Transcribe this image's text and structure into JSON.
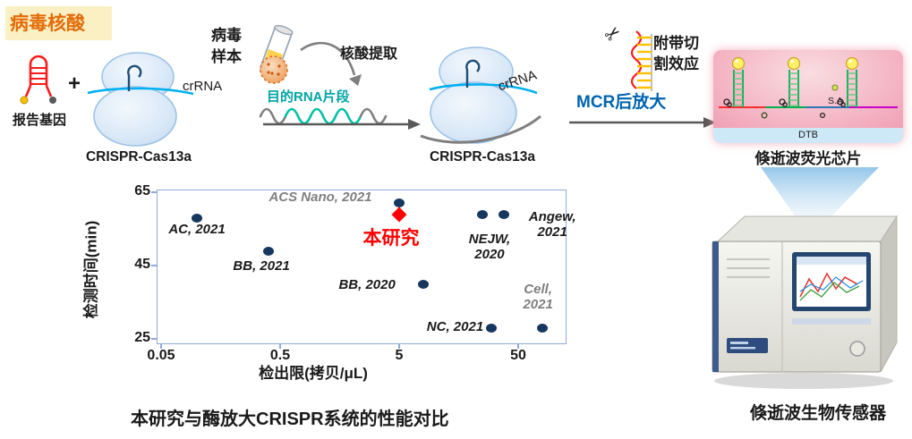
{
  "title": "病毒核酸",
  "icons": {
    "scissors": "✂"
  },
  "colors": {
    "title_orange": "#E36C0A",
    "mcr_blue": "#0063B1",
    "target_rna_teal": "#00A5A5",
    "highlight_red": "#FF0000",
    "point_navy": "#17375E",
    "crrna_cyan": "#00B0F0",
    "plot_border_blue": "#8FAADC"
  },
  "workflow": {
    "reporter_label": "报告基因",
    "plus": "+",
    "cas13a_left": {
      "crrna": "crRNA",
      "name": "CRISPR-Cas13a"
    },
    "sample_label": "病毒\n样本",
    "extraction_label": "核酸提取",
    "target_rna_label": "目的RNA片段",
    "cas13a_right": {
      "crrna": "crRNA",
      "name": "CRISPR-Cas13a"
    },
    "collateral_label": "附带切\n割效应",
    "mcr_label": "MCR后放大"
  },
  "chip": {
    "sa": "S.A",
    "dtb": "DTB",
    "caption": "倏逝波荧光芯片"
  },
  "sensor_caption": "倏逝波生物传感器",
  "chart_data": {
    "type": "scatter",
    "title": "本研究与酶放大CRISPR系统的性能对比",
    "xlabel": "检出限(拷贝/μL)",
    "ylabel": "检测时间(min)",
    "x_scale": "log",
    "x_ticks": [
      0.05,
      0.5,
      5,
      50
    ],
    "y_ticks": [
      65,
      45,
      25
    ],
    "xlim": [
      0.05,
      130
    ],
    "ylim": [
      25,
      65
    ],
    "grid": false,
    "legend": false,
    "points": [
      {
        "label": "AC, 2021",
        "x": 0.1,
        "y": 58,
        "marker": "circle",
        "color": "#17375E",
        "label_color": "#1A1A1A",
        "label_dx": 0,
        "label_dy": 14
      },
      {
        "label": "BB, 2021",
        "x": 0.4,
        "y": 49,
        "marker": "circle",
        "color": "#17375E",
        "label_color": "#1A1A1A",
        "label_dx": -8,
        "label_dy": 18
      },
      {
        "label": "ACS Nano, 2021",
        "x": 5,
        "y": 62,
        "marker": "circle",
        "color": "#17375E",
        "label_color": "#7F7F7F",
        "label_dx": -88,
        "label_dy": -5
      },
      {
        "label": "本研究",
        "x": 5,
        "y": 59,
        "marker": "diamond",
        "color": "#FF0000",
        "label_color": "#FF0000",
        "label_dx": -9,
        "label_dy": 27,
        "label_size": 21,
        "label_italic": false
      },
      {
        "label": "NEJW,\n2020",
        "x": 25,
        "y": 59,
        "marker": "circle",
        "color": "#17375E",
        "label_color": "#1A1A1A",
        "label_dx": 8,
        "label_dy": 37
      },
      {
        "label": "Angew,\n2021",
        "x": 38,
        "y": 59,
        "marker": "circle",
        "color": "#17375E",
        "label_color": "#1A1A1A",
        "label_dx": 54,
        "label_dy": 12
      },
      {
        "label": "BB, 2020",
        "x": 8,
        "y": 40,
        "marker": "circle",
        "color": "#17375E",
        "label_color": "#1A1A1A",
        "label_dx": -63,
        "label_dy": 2
      },
      {
        "label": "NC, 2021",
        "x": 30,
        "y": 28,
        "marker": "circle",
        "color": "#17375E",
        "label_color": "#1A1A1A",
        "label_dx": -41,
        "label_dy": 0
      },
      {
        "label": "Cell,\n2021",
        "x": 80,
        "y": 28,
        "marker": "circle",
        "color": "#17375E",
        "label_color": "#7F7F7F",
        "label_dx": -5,
        "label_dy": -34
      }
    ]
  }
}
